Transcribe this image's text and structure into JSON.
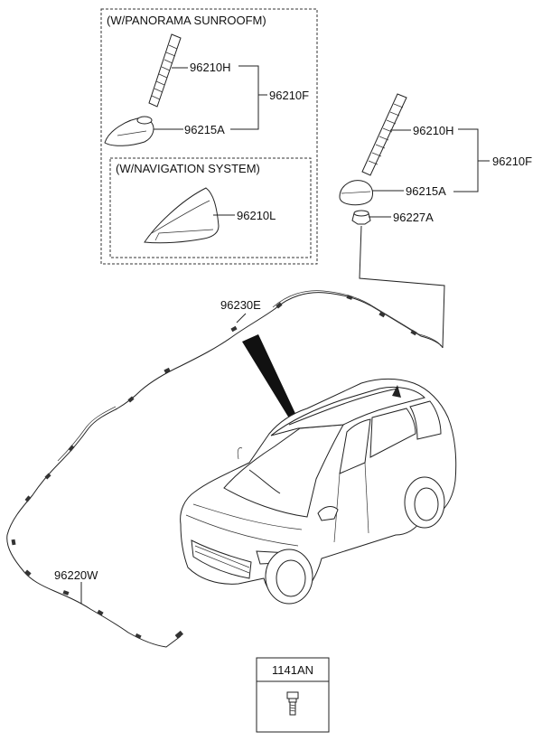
{
  "boxes": {
    "panorama": {
      "title": "(W/PANORAMA SUNROOFM)"
    },
    "navigation": {
      "title": "(W/NAVIGATION SYSTEM)"
    }
  },
  "labels": {
    "p_96210H": "96210H",
    "p_96210F": "96210F",
    "p_96215A": "96215A",
    "p_96210L": "96210L",
    "r_96210H": "96210H",
    "r_96210F": "96210F",
    "r_96215A": "96215A",
    "r_96227A": "96227A",
    "cable_96230E": "96230E",
    "cable_96220W": "96220W"
  },
  "part_table": {
    "header": "1141AN"
  }
}
